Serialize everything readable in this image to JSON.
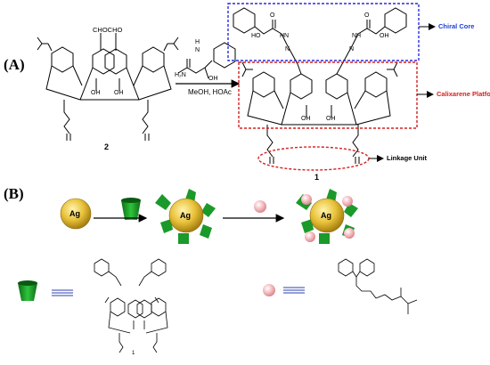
{
  "panel_labels": {
    "a": "(A)",
    "b": "(B)"
  },
  "scheme_a": {
    "reactant_top_label": "CHOCHO",
    "reactant_oh": "OH",
    "reactant_number": "2",
    "reagent_hydrazide": "H₂N",
    "reagent_hn": "N",
    "reagent_h": "H",
    "reagent_oh": "OH",
    "conditions": "MeOH, HOAc",
    "product_number": "1",
    "product_oh_left": "OH",
    "product_oh_right": "OH",
    "product_nh": "NH",
    "product_hn": "HN",
    "product_n": "N",
    "product_o": "O",
    "product_ho": "HO",
    "callout_chiral": "Chiral Core",
    "callout_platform": "Calixarene Platform",
    "callout_linkage": "Linkage Unit",
    "colors": {
      "chiral": "#1a3fd6",
      "platform": "#d62020",
      "linkage": "#000000",
      "box_blue": "#2a2ae0",
      "box_red": "#d62020"
    }
  },
  "scheme_b": {
    "ag_label": "Ag",
    "legend_compound_number": "1",
    "colors": {
      "silver": "#e7bc2a",
      "cup": "#1a9a2a",
      "bead": "#f3b6bb"
    }
  }
}
